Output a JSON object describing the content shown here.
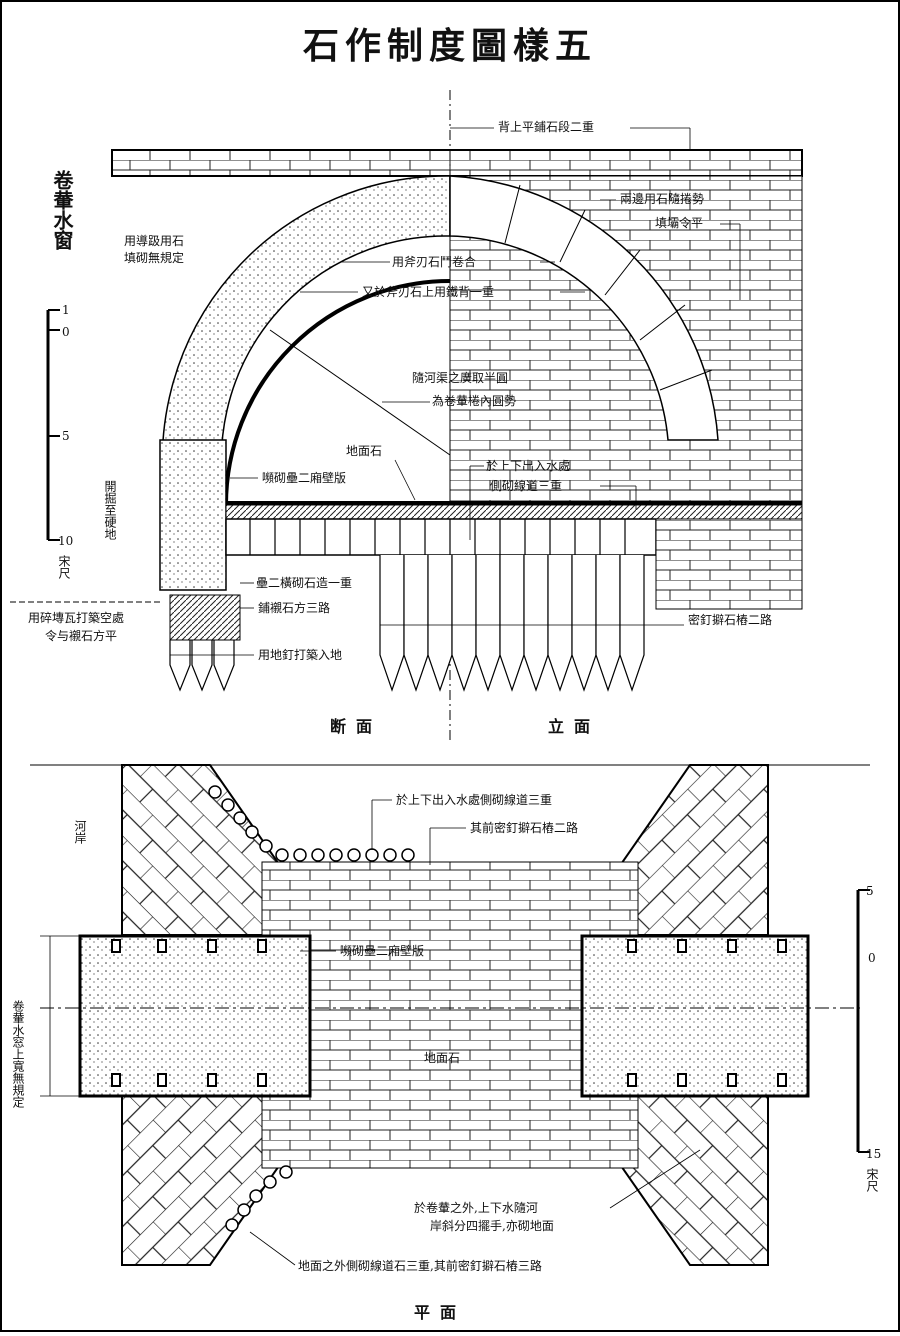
{
  "title": "石作制度圖樣五",
  "side_title": "卷輂水窗",
  "section_view": {
    "caption_left": "断面",
    "caption_right": "立面",
    "labels": {
      "top_arch_back": "背上平鋪石段二重",
      "both_sides": "兩邊用石隨捲勢",
      "both_sides_2": "填壩令平",
      "brick_fill": "用導趿用石",
      "brick_fill_2": "填砌無規定",
      "arch_stones": "用斧刃石鬥卷合",
      "iron_bands": "又於斧刃石上用鐵背一重",
      "half_circle": "隨河渠之廣取半圓",
      "half_circle_2": "為卷輂棬內圓勢",
      "ground_stone": "地面石",
      "wall_plates": "嚬砌壘二廂壁版",
      "edge_stones": "於上下出入水處",
      "edge_stones_2": "側砌線道三重",
      "dig_hard": "開掘至硬地",
      "cross_layer": "壘二橫砌石造一重",
      "stake_stones": "鋪襯石方三路",
      "rubble_fill": "用碎塼瓦打築空處",
      "rubble_fill_2": "令与襯石方平",
      "pile_driving": "用地釘打築入地",
      "pile_rows": "密釘擗石樁二路"
    }
  },
  "plan_view": {
    "caption": "平面",
    "labels": {
      "river_bank": "河岸",
      "edge_three": "於上下出入水處側砌線道三重",
      "front_piles": "其前密釘擗石樁二路",
      "wall_plates": "嚬砌壘二廂壁版",
      "ground_stone": "地面石",
      "width_note": "卷輂水窓上寬無規定",
      "outside_1": "於卷輂之外,上下水隨河",
      "outside_2": "岸斜分四擺手,亦砌地面",
      "outside_edge": "地面之外側砌線道石三重,其前密釘擗石樁三路"
    }
  },
  "scale_left": {
    "ticks": [
      "1",
      "0",
      "5",
      "10"
    ],
    "unit": "宋尺"
  },
  "scale_right": {
    "ticks": [
      "5",
      "0",
      "15"
    ],
    "unit": "宋尺"
  }
}
